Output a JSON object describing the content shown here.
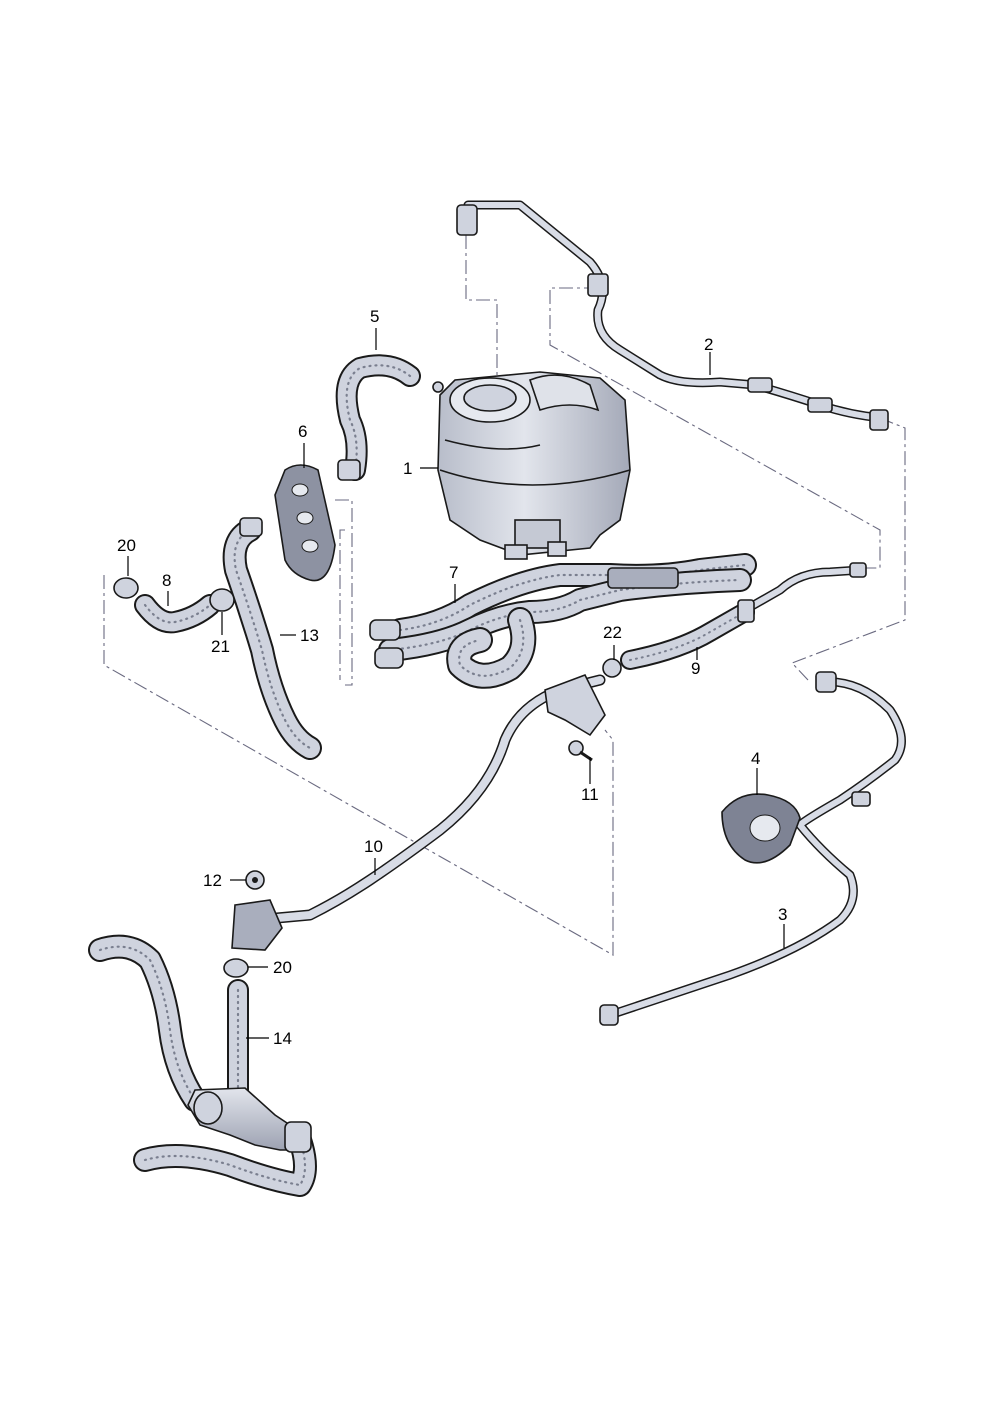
{
  "callouts": {
    "p1": "1",
    "p2": "2",
    "p3": "3",
    "p4": "4",
    "p5": "5",
    "p6": "6",
    "p7": "7",
    "p8": "8",
    "p9": "9",
    "p10": "10",
    "p11": "11",
    "p12": "12",
    "p13": "13",
    "p14": "14",
    "p20a": "20",
    "p20b": "20",
    "p21": "21",
    "p22": "22"
  },
  "colors": {
    "part_fill": "#cfd3de",
    "part_shade": "#a9aebd",
    "outline": "#1a1a1a",
    "dash_line": "#6a6a80"
  }
}
